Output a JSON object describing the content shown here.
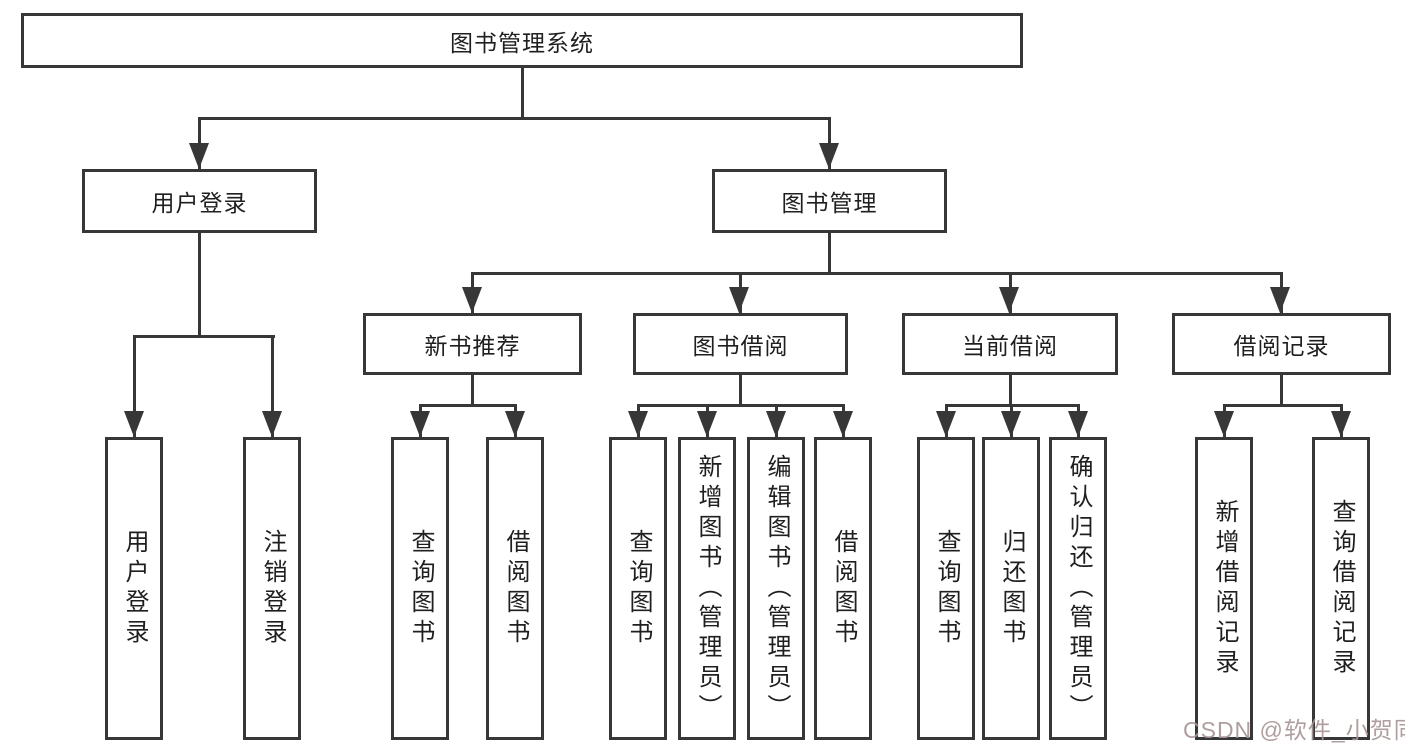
{
  "tree": {
    "label": "图书管理系统",
    "children": [
      {
        "label": "用户登录",
        "children": [
          {
            "label": "用户登录"
          },
          {
            "label": "注销登录"
          }
        ]
      },
      {
        "label": "图书管理",
        "children": [
          {
            "label": "新书推荐",
            "children": [
              {
                "label": "查询图书"
              },
              {
                "label": "借阅图书"
              }
            ]
          },
          {
            "label": "图书借阅",
            "children": [
              {
                "label": "查询图书"
              },
              {
                "label": "新增图书（管理员）"
              },
              {
                "label": "编辑图书（管理员）"
              },
              {
                "label": "借阅图书"
              }
            ]
          },
          {
            "label": "当前借阅",
            "children": [
              {
                "label": "查询图书"
              },
              {
                "label": "归还图书"
              },
              {
                "label": "确认归还（管理员）"
              }
            ]
          },
          {
            "label": "借阅记录",
            "children": [
              {
                "label": "新增借阅记录"
              },
              {
                "label": "查询借阅记录"
              }
            ]
          }
        ]
      }
    ]
  },
  "watermark": {
    "text": "CSDN @软件_小贺同学"
  },
  "colors": {
    "line": "#373737",
    "text": "#1f1f1f",
    "background": "#ffffff",
    "watermark": "#a89696"
  }
}
